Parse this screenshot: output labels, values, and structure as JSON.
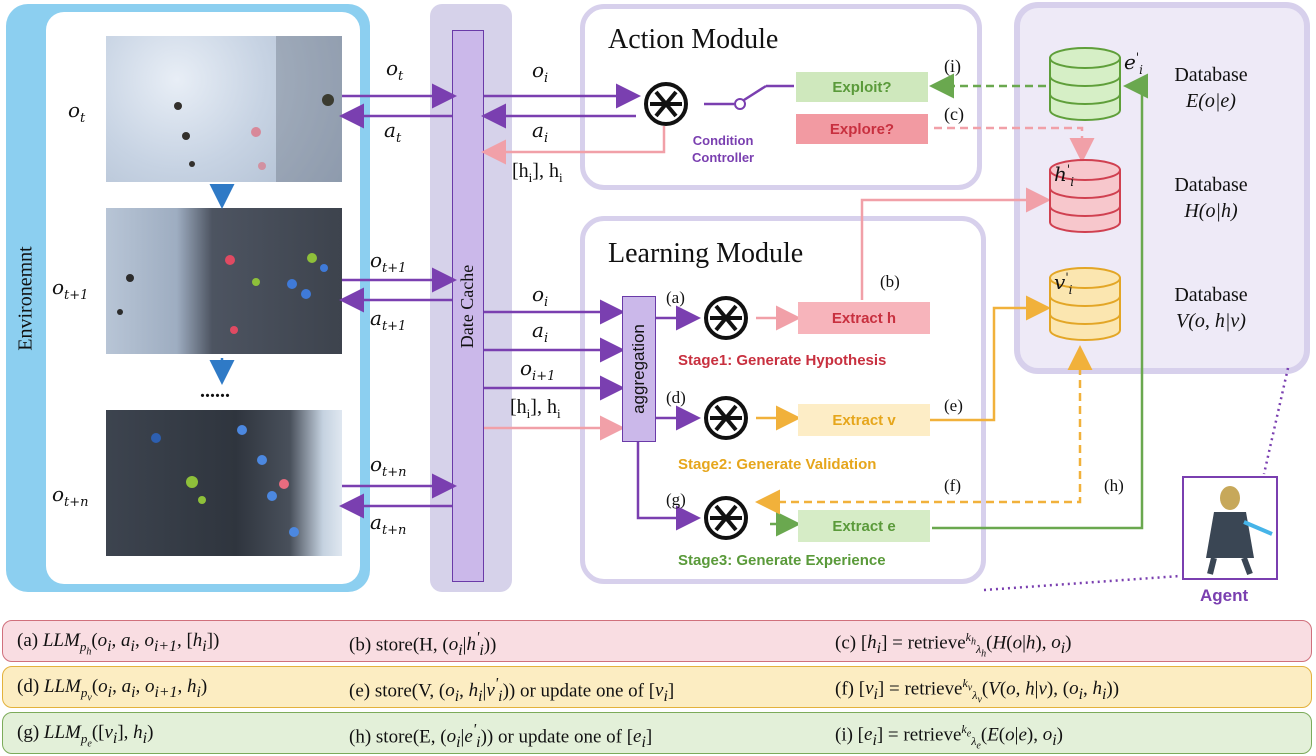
{
  "environment": {
    "label": "Environemnt",
    "frames": [
      {
        "obs": "o",
        "sub": "t"
      },
      {
        "obs": "o",
        "sub": "t+1"
      },
      {
        "obs": "o",
        "sub": "t+n"
      }
    ],
    "ellipsis": "......",
    "arrows": [
      {
        "obs": "o",
        "obs_sub": "t",
        "act": "a",
        "act_sub": "t"
      },
      {
        "obs": "o",
        "obs_sub": "t+1",
        "act": "a",
        "act_sub": "t+1"
      },
      {
        "obs": "o",
        "obs_sub": "t+n",
        "act": "a",
        "act_sub": "t+n"
      }
    ]
  },
  "cache": {
    "label": "Date Cache"
  },
  "action_module": {
    "title": "Action Module",
    "in_label": "o",
    "in_sub": "i",
    "out_label": "a",
    "out_sub": "i",
    "hyp_label": "[h",
    "hyp_sub": "i",
    "hyp_tail": "], h",
    "hyp_sub2": "i",
    "controller": [
      "Condition",
      "Controller"
    ],
    "exploit": "Exploit?",
    "explore": "Explore?",
    "i_marker": "(i)",
    "c_marker": "(c)"
  },
  "learning_module": {
    "title": "Learning Module",
    "aggregation": "aggregation",
    "inputs": [
      {
        "label": "o",
        "sub": "i"
      },
      {
        "label": "a",
        "sub": "i"
      },
      {
        "label": "o",
        "sub": "i+1"
      },
      {
        "label": "[h",
        "sub": "i",
        "tail": "], h",
        "sub2": "i"
      }
    ],
    "markers": {
      "a": "(a)",
      "b": "(b)",
      "d": "(d)",
      "e": "(e)",
      "f": "(f)",
      "g": "(g)",
      "h": "(h)"
    },
    "extract_h": "Extract h",
    "extract_v": "Extract v",
    "extract_e": "Extract e",
    "stage1": "Stage1: Generate Hypothesis",
    "stage2": "Stage2: Generate Validation",
    "stage3": "Stage3: Generate Experience"
  },
  "databases": [
    {
      "var": "e",
      "sup": "'",
      "sub": "i",
      "line1": "Database",
      "line2": "E(o|e)",
      "color": "#d6efc6",
      "stroke": "#5f9f3a"
    },
    {
      "var": "h",
      "sup": "'",
      "sub": "i",
      "line1": "Database",
      "line2": "H(o|h)",
      "color": "#f7c7cc",
      "stroke": "#d04050"
    },
    {
      "var": "v",
      "sup": "'",
      "sub": "i",
      "line1": "Database",
      "line2": "V(o, h|v)",
      "color": "#fbe6b0",
      "stroke": "#e3a626"
    }
  ],
  "agent": {
    "label": "Agent"
  },
  "legend": [
    {
      "color": "#f9dde2",
      "border": "#d0707c",
      "cells": [
        "(a) LLM_{p_h}(o_i, a_i, o_{i+1}, [h_i])",
        "(b) store(H, (o_i|h'_i))",
        "(c) [h_i] = retrieve^{k_h}_{λ_h}(H(o|h), o_i)"
      ]
    },
    {
      "color": "#fcedc2",
      "border": "#e3b23c",
      "cells": [
        "(d) LLM_{p_v}(o_i, a_i, o_{i+1}, h_i)",
        "(e) store(V, (o_i, h_i|v'_i)) or update one of [v_i]",
        "(f) [v_i] = retrieve^{k_v}_{λ_v}(V(o, h|v), (o_i, h_i))"
      ]
    },
    {
      "color": "#e3f0d9",
      "border": "#7cab5a",
      "cells": [
        "(g) LLM_{p_e}([v_i], h_i)",
        "(h) store(E, (o_i|e'_i)) or update one of [e_i]",
        "(i) [e_i] = retrieve^{k_e}_{λ_e}(E(o|e), o_i)"
      ]
    }
  ],
  "colors": {
    "purple": "#7a3fb0",
    "pink": "#f1a0a8",
    "green": "#6aa84f",
    "orange": "#f1b13b",
    "red_text": "#c8303f",
    "green_text": "#5a9a3a",
    "orange_text": "#e6a61c"
  }
}
